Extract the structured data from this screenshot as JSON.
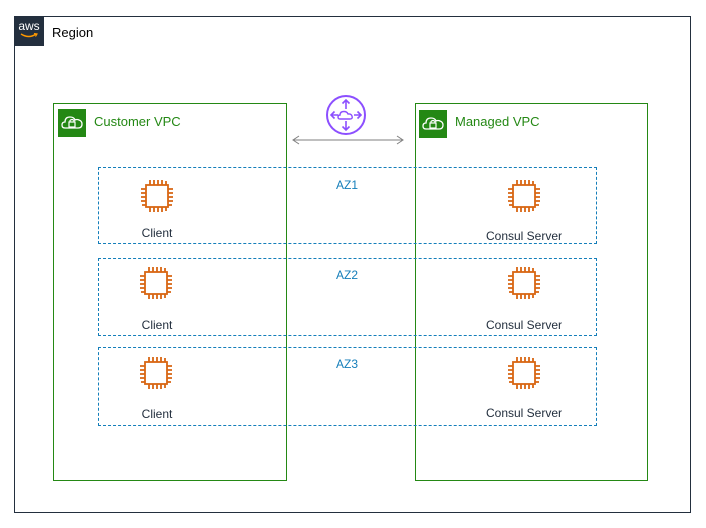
{
  "region": {
    "logo_text": "aws",
    "label": "Region"
  },
  "vpcs": {
    "customer": {
      "label": "Customer VPC",
      "icon": "vpc-cloud-lock-icon"
    },
    "managed": {
      "label": "Managed VPC",
      "icon": "vpc-cloud-lock-icon"
    }
  },
  "connection": {
    "icon": "transit-gateway-icon",
    "arrow": "bidirectional"
  },
  "azs": [
    {
      "label": "AZ1",
      "client_label": "Client",
      "server_label": "Consul Server"
    },
    {
      "label": "AZ2",
      "client_label": "Client",
      "server_label": "Consul Server"
    },
    {
      "label": "AZ3",
      "client_label": "Client",
      "server_label": "Consul Server"
    }
  ],
  "colors": {
    "region_border": "#232f3e",
    "vpc_green": "#248814",
    "az_blue": "#147eba",
    "ec2_orange": "#d86613",
    "gateway_purple": "#8c4fff"
  }
}
